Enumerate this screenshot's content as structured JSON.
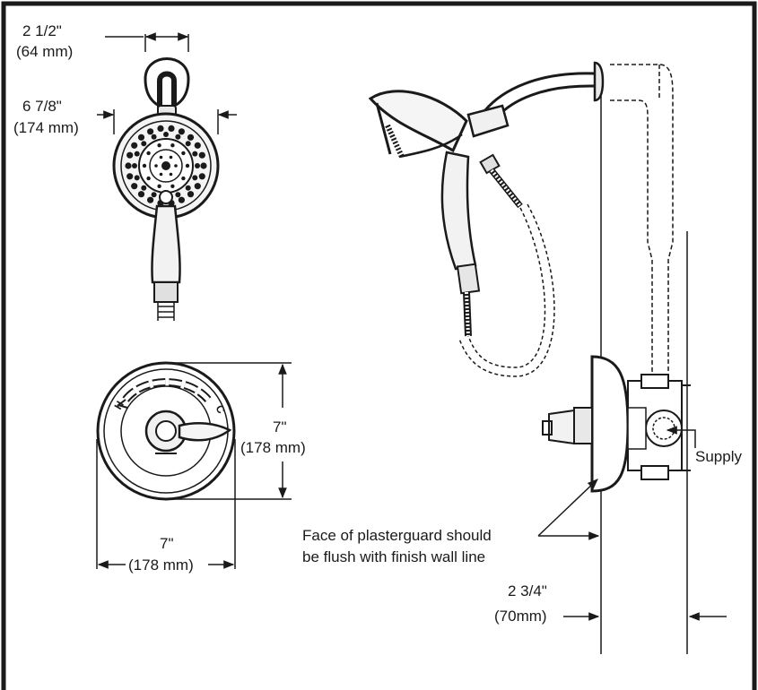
{
  "dimensions": {
    "arm_width": {
      "imperial": "2 1/2\"",
      "metric": "(64 mm)"
    },
    "head_diameter": {
      "imperial": "6 7/8\"",
      "metric": "(174 mm)"
    },
    "trim_height": {
      "imperial": "7\"",
      "metric": "(178 mm)"
    },
    "trim_width": {
      "imperial": "7\"",
      "metric": "(178 mm)"
    },
    "wall_depth": {
      "imperial": "2 3/4\"",
      "metric": "(70mm)"
    }
  },
  "callouts": {
    "supply": "Supply",
    "plasterguard_line1": "Face of plasterguard should",
    "plasterguard_line2": "be flush with finish wall line"
  },
  "handle_markings": {
    "hot": "H",
    "cold": "C"
  }
}
